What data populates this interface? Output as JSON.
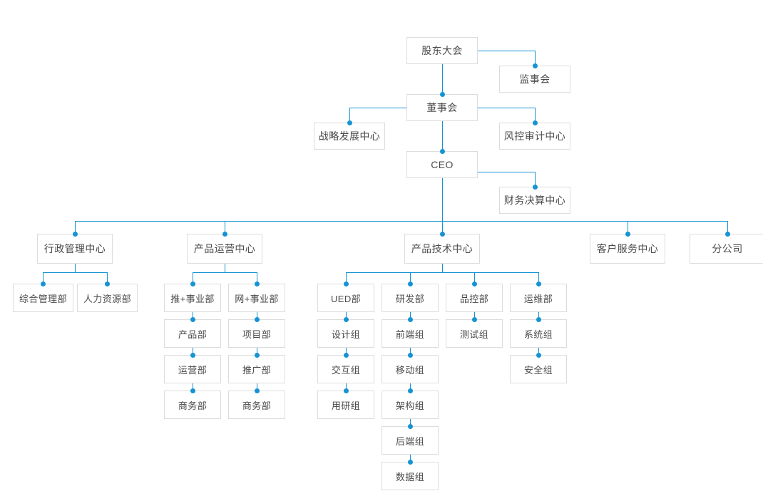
{
  "chart_data": {
    "type": "diagram",
    "title": "",
    "diagram_kind": "organizational-chart",
    "accent_color": "#1593d3",
    "node_border_color": "#dcdcdc",
    "text_color": "#4a4a4a",
    "nodes": [
      {
        "id": "shareholders",
        "label": "股东大会",
        "level": 0
      },
      {
        "id": "supervisors",
        "label": "监事会",
        "level": 1
      },
      {
        "id": "board",
        "label": "董事会",
        "level": 1
      },
      {
        "id": "strategy",
        "label": "战略发展中心",
        "level": 2
      },
      {
        "id": "riskaudit",
        "label": "风控审计中心",
        "level": 2
      },
      {
        "id": "ceo",
        "label": "CEO",
        "level": 2
      },
      {
        "id": "finance",
        "label": "财务决算中心",
        "level": 3
      },
      {
        "id": "admin",
        "label": "行政管理中心",
        "level": 3
      },
      {
        "id": "prodops",
        "label": "产品运营中心",
        "level": 3
      },
      {
        "id": "prodtech",
        "label": "产品技术中心",
        "level": 3
      },
      {
        "id": "custserv",
        "label": "客户服务中心",
        "level": 3
      },
      {
        "id": "branch",
        "label": "分公司",
        "level": 3
      },
      {
        "id": "general-mgmt",
        "label": "综合管理部",
        "level": 4
      },
      {
        "id": "hr",
        "label": "人力资源部",
        "level": 4
      },
      {
        "id": "tui-biz",
        "label": "推+事业部",
        "level": 4
      },
      {
        "id": "wang-biz",
        "label": "网+事业部",
        "level": 4
      },
      {
        "id": "product-dept",
        "label": "产品部",
        "level": 5
      },
      {
        "id": "project-dept",
        "label": "项目部",
        "level": 5
      },
      {
        "id": "ops-dept",
        "label": "运营部",
        "level": 6
      },
      {
        "id": "promo-dept",
        "label": "推广部",
        "level": 6
      },
      {
        "id": "biz-dept-1",
        "label": "商务部",
        "level": 7
      },
      {
        "id": "biz-dept-2",
        "label": "商务部",
        "level": 7
      },
      {
        "id": "ued",
        "label": "UED部",
        "level": 4
      },
      {
        "id": "rnd",
        "label": "研发部",
        "level": 4
      },
      {
        "id": "qa",
        "label": "品控部",
        "level": 4
      },
      {
        "id": "devops",
        "label": "运维部",
        "level": 4
      },
      {
        "id": "design-team",
        "label": "设计组",
        "level": 5
      },
      {
        "id": "frontend-team",
        "label": "前端组",
        "level": 5
      },
      {
        "id": "test-team",
        "label": "测试组",
        "level": 5
      },
      {
        "id": "system-team",
        "label": "系统组",
        "level": 5
      },
      {
        "id": "interaction-team",
        "label": "交互组",
        "level": 6
      },
      {
        "id": "mobile-team",
        "label": "移动组",
        "level": 6
      },
      {
        "id": "security-team",
        "label": "安全组",
        "level": 6
      },
      {
        "id": "userresearch-team",
        "label": "用研组",
        "level": 7
      },
      {
        "id": "architecture-team",
        "label": "架构组",
        "level": 7
      },
      {
        "id": "backend-team",
        "label": "后端组",
        "level": 8
      },
      {
        "id": "data-team",
        "label": "数据组",
        "level": 9
      }
    ],
    "edges": [
      {
        "from": "shareholders",
        "to": "supervisors"
      },
      {
        "from": "shareholders",
        "to": "board"
      },
      {
        "from": "board",
        "to": "strategy"
      },
      {
        "from": "board",
        "to": "riskaudit"
      },
      {
        "from": "board",
        "to": "ceo"
      },
      {
        "from": "ceo",
        "to": "finance"
      },
      {
        "from": "ceo",
        "to": "admin"
      },
      {
        "from": "ceo",
        "to": "prodops"
      },
      {
        "from": "ceo",
        "to": "prodtech"
      },
      {
        "from": "ceo",
        "to": "custserv"
      },
      {
        "from": "ceo",
        "to": "branch"
      },
      {
        "from": "admin",
        "to": "general-mgmt"
      },
      {
        "from": "admin",
        "to": "hr"
      },
      {
        "from": "prodops",
        "to": "tui-biz"
      },
      {
        "from": "prodops",
        "to": "wang-biz"
      },
      {
        "from": "tui-biz",
        "to": "product-dept"
      },
      {
        "from": "product-dept",
        "to": "ops-dept"
      },
      {
        "from": "ops-dept",
        "to": "biz-dept-1"
      },
      {
        "from": "wang-biz",
        "to": "project-dept"
      },
      {
        "from": "project-dept",
        "to": "promo-dept"
      },
      {
        "from": "promo-dept",
        "to": "biz-dept-2"
      },
      {
        "from": "prodtech",
        "to": "ued"
      },
      {
        "from": "prodtech",
        "to": "rnd"
      },
      {
        "from": "prodtech",
        "to": "qa"
      },
      {
        "from": "prodtech",
        "to": "devops"
      },
      {
        "from": "ued",
        "to": "design-team"
      },
      {
        "from": "design-team",
        "to": "interaction-team"
      },
      {
        "from": "interaction-team",
        "to": "userresearch-team"
      },
      {
        "from": "rnd",
        "to": "frontend-team"
      },
      {
        "from": "frontend-team",
        "to": "mobile-team"
      },
      {
        "from": "mobile-team",
        "to": "architecture-team"
      },
      {
        "from": "architecture-team",
        "to": "backend-team"
      },
      {
        "from": "backend-team",
        "to": "data-team"
      },
      {
        "from": "qa",
        "to": "test-team"
      },
      {
        "from": "devops",
        "to": "system-team"
      },
      {
        "from": "system-team",
        "to": "security-team"
      }
    ]
  },
  "org": {
    "shareholders": "股东大会",
    "supervisors": "监事会",
    "board": "董事会",
    "strategy": "战略发展中心",
    "riskaudit": "风控审计中心",
    "ceo": "CEO",
    "finance": "财务决算中心",
    "admin": "行政管理中心",
    "prodops": "产品运营中心",
    "prodtech": "产品技术中心",
    "custserv": "客户服务中心",
    "branch": "分公司",
    "general_mgmt": "综合管理部",
    "hr": "人力资源部",
    "tui_biz": "推+事业部",
    "wang_biz": "网+事业部",
    "product_dept": "产品部",
    "project_dept": "项目部",
    "ops_dept": "运营部",
    "promo_dept": "推广部",
    "biz_dept_1": "商务部",
    "biz_dept_2": "商务部",
    "ued": "UED部",
    "rnd": "研发部",
    "qa": "品控部",
    "devops": "运维部",
    "design_team": "设计组",
    "frontend_team": "前端组",
    "test_team": "测试组",
    "system_team": "系统组",
    "interaction_team": "交互组",
    "mobile_team": "移动组",
    "security_team": "安全组",
    "userresearch_team": "用研组",
    "architecture_team": "架构组",
    "backend_team": "后端组",
    "data_team": "数据组"
  }
}
